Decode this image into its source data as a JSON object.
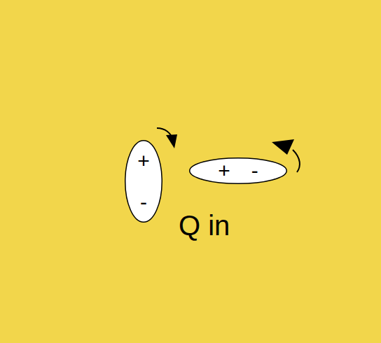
{
  "diagram": {
    "nodes": [
      {
        "text": [
          "Q in"
        ]
      },
      {
        "text": [
          "+",
          "-"
        ],
        "in": 0
      },
      {
        "text": [
          "+",
          "-"
        ],
        "in": 0
      }
    ]
  }
}
